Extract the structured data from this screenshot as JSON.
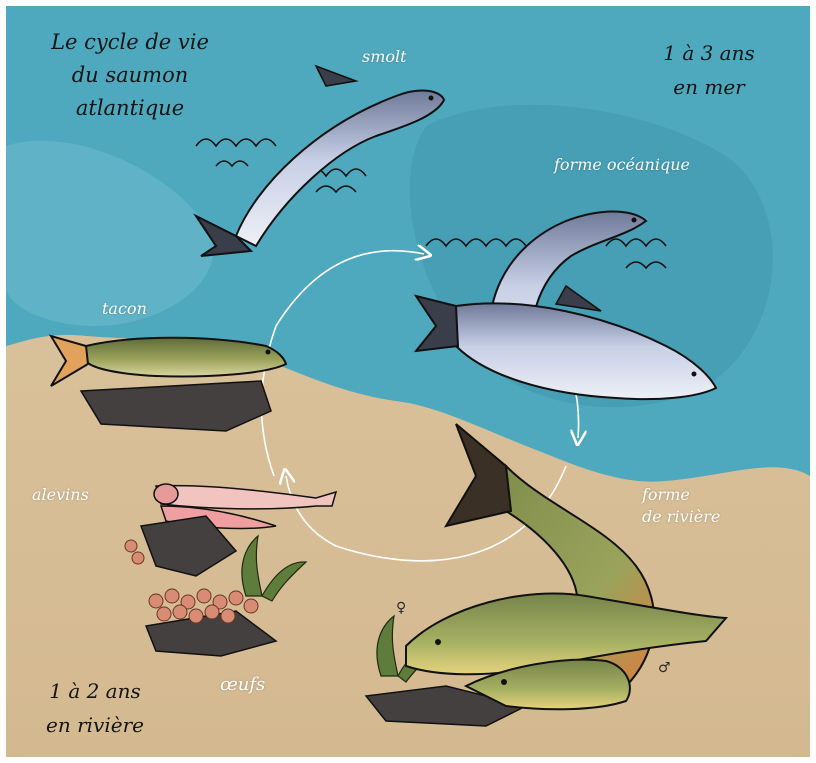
{
  "title": {
    "line1": "Le cycle de vie",
    "line2": "du saumon",
    "line3": "atlantique"
  },
  "duration": {
    "sea_line1": "1 à 3 ans",
    "sea_line2": "en mer",
    "river_line1": "1 à 2 ans",
    "river_line2": "en rivière"
  },
  "stages": {
    "smolt": "smolt",
    "oceanique": "forme océanique",
    "tacon": "tacon",
    "alevins": "alevins",
    "riviere_line1": "forme",
    "riviere_line2": "de rivière",
    "oeufs": "œufs"
  },
  "symbols": {
    "female": "♀",
    "male": "♂"
  },
  "colors": {
    "sea": "#4ea8bd",
    "sand": "#d9c19b",
    "arrow": "#ffffff",
    "silver_fish": "#c9d1e6",
    "river_fish_green": "#8d9a55",
    "river_fish_orange": "#e2773a",
    "egg": "#d98c74",
    "rock": "#44403f"
  },
  "icons": [
    "cycle-arrow",
    "salmon-illustration",
    "egg-cluster",
    "rock",
    "seaweed",
    "wave"
  ]
}
